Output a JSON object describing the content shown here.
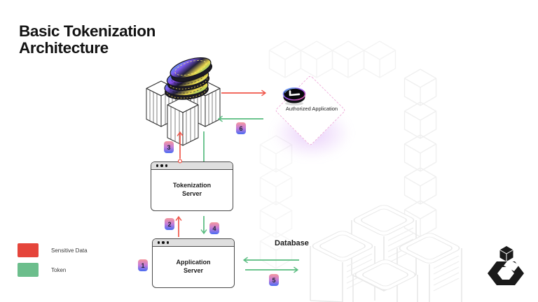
{
  "title": {
    "line1": "Basic Tokenization",
    "line2": "Architecture"
  },
  "nodes": {
    "authorized_application": {
      "label": "Authorized Application"
    },
    "tokenization_server": {
      "label": "Tokenization Server"
    },
    "application_server": {
      "label": "Application Server"
    },
    "database": {
      "label": "Database"
    }
  },
  "legend": {
    "items": [
      {
        "label": "Sensitive Data",
        "color": "#e5453b"
      },
      {
        "label": "Token",
        "color": "#6cbe8c"
      }
    ]
  },
  "flow_badges": [
    "1",
    "2",
    "3",
    "4",
    "5",
    "6"
  ],
  "colors": {
    "sensitive_data_arrow": "#f0564a",
    "token_arrow": "#57bb7e",
    "badge_gradient_top": "#f4959c",
    "badge_gradient_bottom": "#4a6cf2",
    "diamond_border": "#eeaad9"
  },
  "icons": {
    "vault": "holographic-coins-on-buildings",
    "authorized_application": "dark-disc-app-icon",
    "database": "faint-building-cluster",
    "logo": "isometric-cube-logo"
  }
}
